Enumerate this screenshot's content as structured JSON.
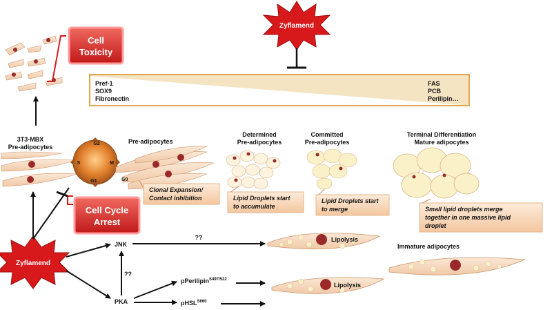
{
  "inhibitor_top": "Zyflamend",
  "inhibitor_bottom": "Zyflamend",
  "cell_toxicity": [
    "Cell",
    "Toxicity"
  ],
  "cell_cycle_arrest": [
    "Cell Cycle",
    "Arrest"
  ],
  "markers_left": [
    "Pref-1",
    "SOX9",
    "Fibronectin"
  ],
  "markers_right": [
    "FAS",
    "PCB",
    "Perilipin…"
  ],
  "preadipocytes_3t3": [
    "3T3-MBX",
    "Pre-adipocytes"
  ],
  "cell_cycle": {
    "g2": "G2",
    "s": "S",
    "m": "M",
    "g1": "G1",
    "g0": "G0"
  },
  "preadipocytes": "Pre-adipocytes",
  "determined": [
    "Determined",
    "Pre-adipocytes"
  ],
  "committed": [
    "Committed",
    "Pre-adipocytes"
  ],
  "terminal": [
    "Terminal Differentiation",
    "Mature adipocytes"
  ],
  "note_clonal": [
    "Clonal Expansion/",
    "Contact inhibition"
  ],
  "note_lipid_accumulate": [
    "Lipid Droplets start",
    "to accumulate"
  ],
  "note_lipid_merge": [
    "Lipid Droplets start",
    "to merge"
  ],
  "note_small_merge": [
    "Small lipid droplets merge",
    "together in one massive lipid",
    "droplet"
  ],
  "jnk": "JNK",
  "pka": "PKA",
  "unknown_1": "??",
  "unknown_2": "??",
  "pperilipin": {
    "base": "pPerilipin",
    "sup": "S497/522"
  },
  "phsl": {
    "base": "pHSL",
    "sup": "S660"
  },
  "lipolysis_1": "Lipolysis",
  "lipolysis_2": "Lipolysis",
  "immature": "Immature adipocytes",
  "colors": {
    "burst": "#d7191c",
    "box": "#d42323",
    "gradient_border": "#e0a64a",
    "gradient_fill": "#f3dfb6",
    "cell": "#f7dcc4",
    "nucleus": "#9a2a2a",
    "droplet": "#fbf1c8",
    "note_fill": "#f8d9bf"
  }
}
